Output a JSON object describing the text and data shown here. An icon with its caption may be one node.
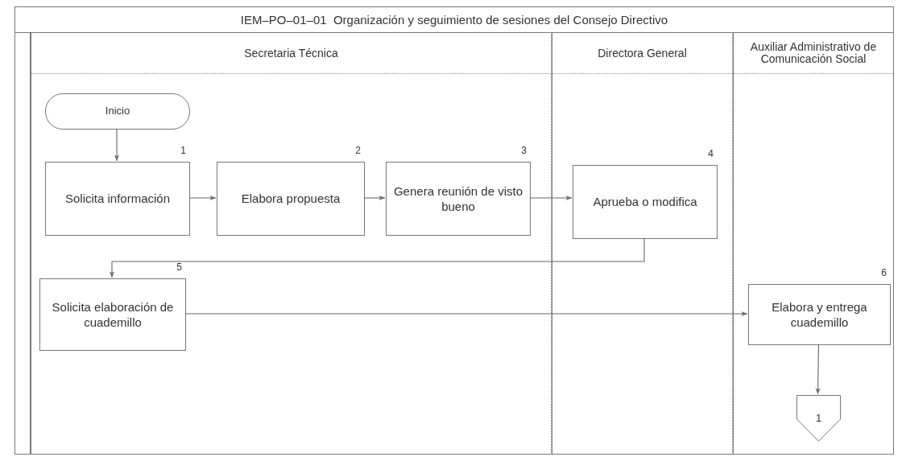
{
  "diagram": {
    "title": "IEM–PO–01–01  Organización y seguimiento de sesiones del Consejo Directivo",
    "nodes": [
      {
        "text": [
          "Secretaria Técnica"
        ]
      },
      {
        "text": [
          "Directora General"
        ]
      },
      {
        "text": [
          "Auxiliar Administrativo de Comunicación Social"
        ]
      },
      {
        "text": [
          "Inicio"
        ],
        "in": 0
      },
      {
        "text": [
          "Solicita información"
        ],
        "in": 0,
        "beside": [
          "1"
        ]
      },
      {
        "text": [
          "Elabora propuesta"
        ],
        "in": 0,
        "beside": [
          "2"
        ]
      },
      {
        "text": [
          "Genera reunión de visto bueno"
        ],
        "in": 0,
        "beside": [
          "3"
        ]
      },
      {
        "text": [
          "Aprueba o modifica"
        ],
        "in": 1,
        "beside": [
          "4"
        ]
      },
      {
        "text": [
          "Solicita elaboración de cuademillo"
        ],
        "in": 0,
        "beside": [
          "5"
        ]
      },
      {
        "text": [
          "Elabora y entrega cuademillo"
        ],
        "in": 2,
        "beside": [
          "6"
        ]
      },
      {
        "text": [
          "1"
        ],
        "in": 2
      }
    ],
    "edges": [
      {
        "from": 3,
        "to": 4,
        "arrow": "to"
      },
      {
        "from": 4,
        "to": 5,
        "arrow": "to"
      },
      {
        "from": 5,
        "to": 6,
        "arrow": "to"
      },
      {
        "from": 6,
        "to": 7,
        "arrow": "to"
      },
      {
        "from": 7,
        "to": 8,
        "arrow": "to"
      },
      {
        "from": 8,
        "to": 9,
        "arrow": "to"
      },
      {
        "from": 9,
        "to": 10,
        "arrow": "to"
      }
    ]
  }
}
